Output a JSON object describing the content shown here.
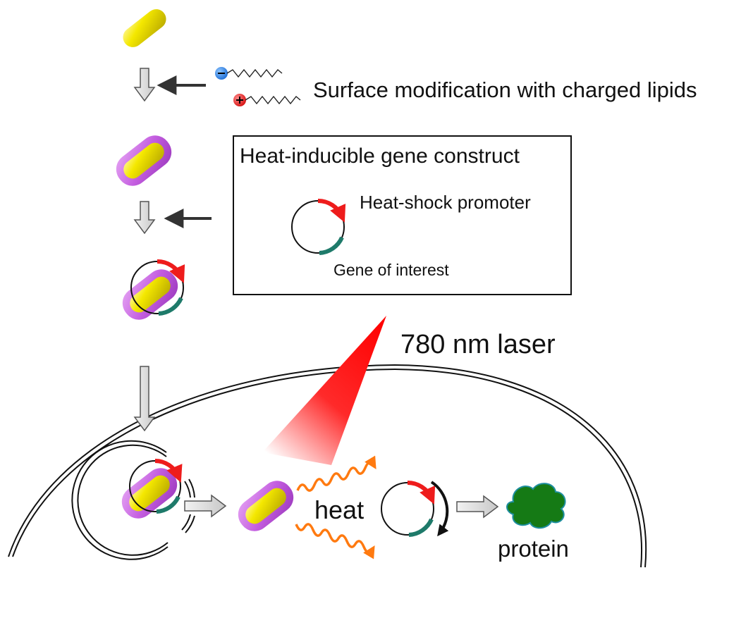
{
  "labels": {
    "surface_modification": "Surface modification with charged lipids",
    "box_title": "Heat-inducible gene construct",
    "promoter": "Heat-shock promoter",
    "gene_of_interest": "Gene of interest",
    "laser": "780 nm laser",
    "heat": "heat",
    "protein": "protein"
  },
  "colors": {
    "gold_nanorod": "#e8d800",
    "lipid_shell": "#c060e0",
    "promoter_arrow": "#ee1c1c",
    "gene_segment": "#1e7a6a",
    "laser_beam": "#ff0000",
    "heat_wave": "#ff7a10",
    "protein": "#157a15",
    "negative_charge": "#2a7fe0",
    "positive_charge": "#e02020",
    "process_arrow": "#d8d8d8"
  },
  "icons": [
    "gold-nanorod-icon",
    "lipid-coated-nanorod-icon",
    "plasmid-icon",
    "charged-lipid-icon",
    "laser-beam-icon",
    "heat-wave-icon",
    "protein-icon",
    "cell-membrane-icon",
    "endosome-icon"
  ]
}
